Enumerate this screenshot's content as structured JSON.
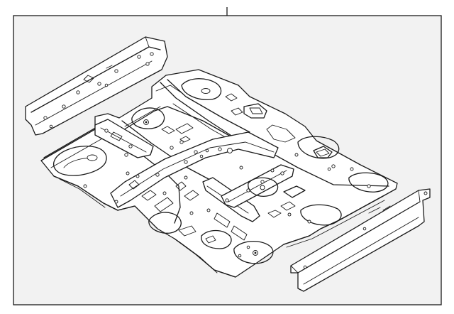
{
  "diagram": {
    "frame_color": "#1a1a1a",
    "panel_fill": "#f2f2f2",
    "parts": [
      {
        "id": "upper-left-crossmember"
      },
      {
        "id": "floor-pan-assembly"
      },
      {
        "id": "lower-right-crossmember"
      }
    ]
  }
}
